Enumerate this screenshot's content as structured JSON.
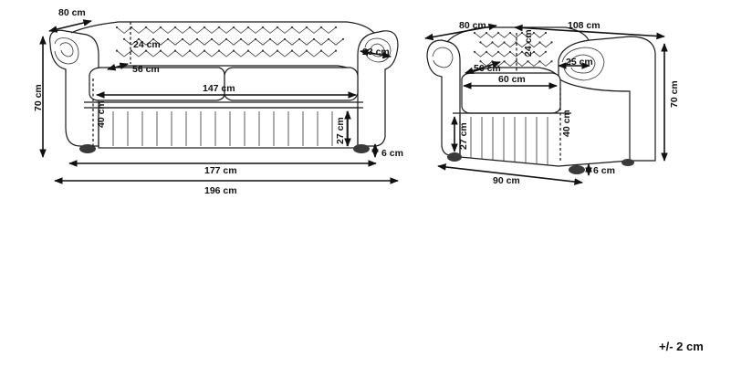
{
  "sofa": {
    "labels": {
      "depth": "80 cm",
      "back_height": "24 cm",
      "seat_depth": "56 cm",
      "arm_width": "23 cm",
      "total_height": "70 cm",
      "seat_width": "147 cm",
      "seat_height": "40 cm",
      "leg_panel_height": "27 cm",
      "leg_height": "6 cm",
      "inner_width": "177 cm",
      "total_width": "196 cm"
    }
  },
  "armchair": {
    "labels": {
      "depth": "80 cm",
      "total_width": "108 cm",
      "back_height": "24 cm",
      "arm_width": "25 cm",
      "seat_depth": "56 cm",
      "seat_width": "60 cm",
      "total_height": "70 cm",
      "seat_height": "40 cm",
      "leg_panel_height": "27 cm",
      "leg_height": "6 cm",
      "base_width": "90 cm"
    }
  },
  "tolerance": "+/- 2 cm"
}
